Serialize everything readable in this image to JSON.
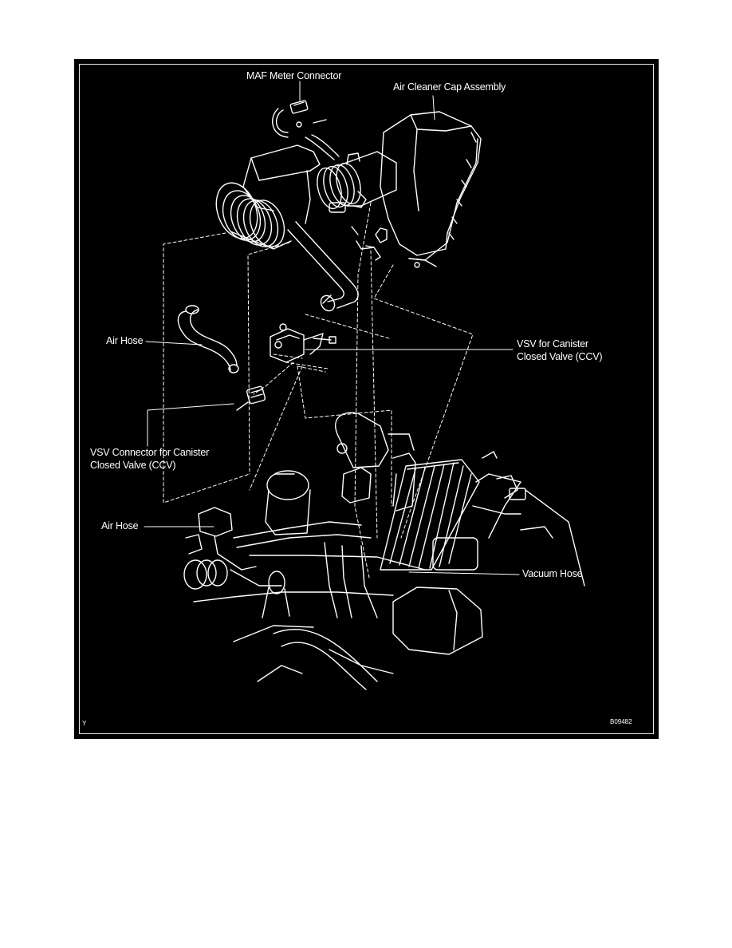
{
  "diagram": {
    "labels": {
      "maf_meter_connector": "MAF Meter Connector",
      "air_cleaner_cap_assembly": "Air Cleaner Cap Assembly",
      "air_hose_upper": "Air Hose",
      "vsv_ccv_line1": "VSV for Canister",
      "vsv_ccv_line2": "Closed Valve (CCV)",
      "vsv_connector_line1": "VSV Connector for Canister",
      "vsv_connector_line2": "Closed Valve (CCV)",
      "air_hose_lower": "Air Hose",
      "vacuum_hose": "Vacuum Hose"
    },
    "corner_mark": "Y",
    "figure_code": "B09482"
  },
  "colors": {
    "background": "#000000",
    "ink": "#ffffff",
    "page": "#ffffff"
  }
}
